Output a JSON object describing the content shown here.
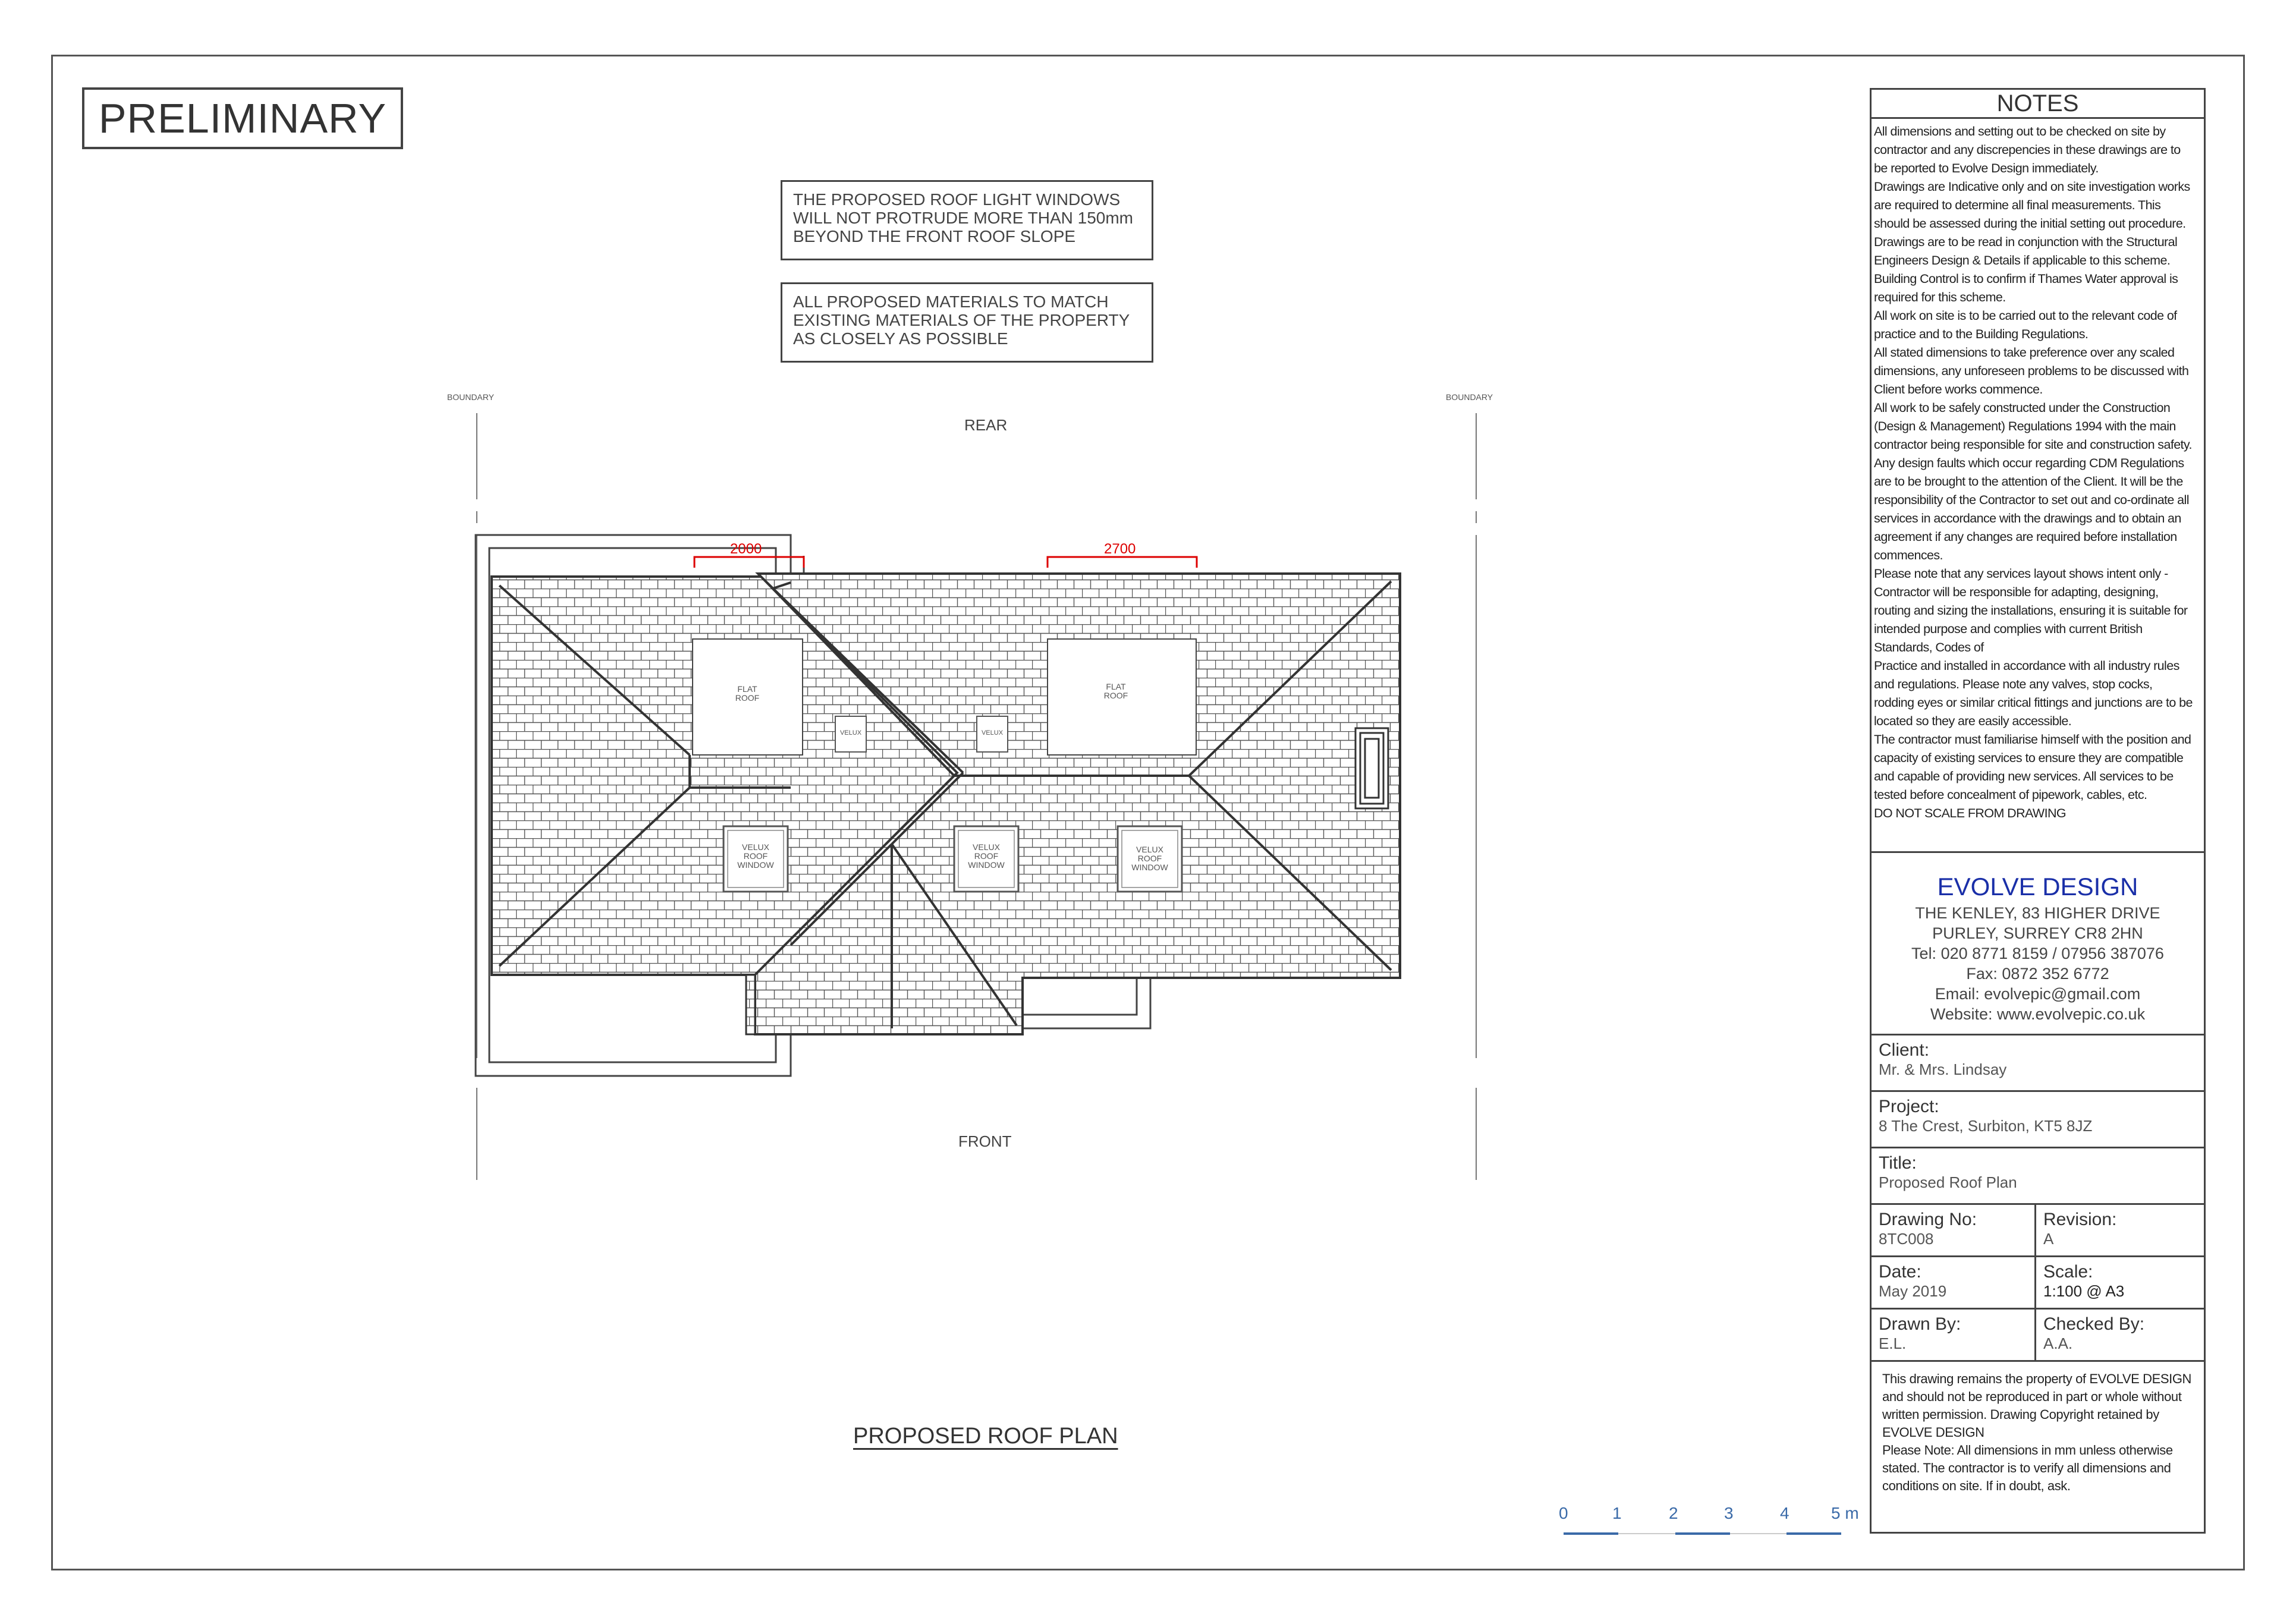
{
  "stamp": "PRELIMINARY",
  "notes_boxes": [
    [
      "THE PROPOSED ROOF LIGHT WINDOWS",
      "WILL NOT PROTRUDE MORE THAN 150mm",
      "BEYOND THE FRONT ROOF SLOPE"
    ],
    [
      "ALL PROPOSED MATERIALS TO MATCH",
      "EXISTING MATERIALS OF THE PROPERTY",
      "AS CLOSELY AS POSSIBLE"
    ]
  ],
  "plan": {
    "boundary_left": "BOUNDARY",
    "boundary_right": "BOUNDARY",
    "rear": "REAR",
    "front": "FRONT",
    "dim_left": "2000",
    "dim_right": "2700",
    "flat_roof_1": [
      "FLAT",
      "ROOF"
    ],
    "flat_roof_2": [
      "FLAT",
      "ROOF"
    ],
    "velux_small_1": "VELUX",
    "velux_small_2": "VELUX",
    "velux_1": [
      "VELUX",
      "ROOF",
      "WINDOW"
    ],
    "velux_2": [
      "VELUX",
      "ROOF",
      "WINDOW"
    ],
    "velux_3": [
      "VELUX",
      "ROOF",
      "WINDOW"
    ],
    "title": "PROPOSED ROOF PLAN"
  },
  "scale_bar": {
    "labels": [
      "0",
      "1",
      "2",
      "3",
      "4",
      "5 m"
    ]
  },
  "notes": {
    "heading": "NOTES",
    "lines": [
      "All dimensions and setting out to be checked on site by",
      "contractor and any discrepencies in these drawings are to",
      "be reported to Evolve Design immediately.",
      "Drawings are Indicative only and on site investigation works",
      "are required to determine all final measurements. This",
      "should be assessed during the initial setting out procedure.",
      "Drawings are to be read in conjunction with the Structural",
      "Engineers Design & Details if applicable to this scheme.",
      "Building Control is to confirm if Thames Water approval is",
      "required for this scheme.",
      "All work on site is to be carried out to the relevant code of",
      "practice and to the Building Regulations.",
      "All stated dimensions to take preference over any scaled",
      "dimensions, any unforeseen problems to be discussed with",
      "Client before works commence.",
      "All work to be safely constructed under the Construction",
      "(Design & Management) Regulations 1994 with the main",
      "contractor being responsible for site and construction safety.",
      "Any design faults which occur regarding CDM Regulations",
      "are to be brought to the attention of the Client. It will be the",
      "responsibility of the Contractor to set out and co-ordinate all",
      "services in accordance with the drawings and to obtain an",
      "agreement if any changes are required before installation",
      "commences.",
      "Please note that any services layout shows intent only -",
      "Contractor will be responsible for adapting, designing,",
      "routing and sizing the installations, ensuring it is suitable for",
      "intended purpose and complies with current British",
      "Standards, Codes of",
      "Practice and installed in accordance with all industry rules",
      "and regulations. Please note any valves, stop cocks,",
      "rodding eyes or similar critical fittings and junctions are to be",
      "located so they are easily accessible.",
      "The contractor must familiarise himself with the position and",
      "capacity of existing services to ensure they are compatible",
      "and capable of providing new  services. All services to be",
      "tested before concealment of pipework, cables, etc.",
      "DO NOT SCALE FROM DRAWING"
    ]
  },
  "company": {
    "name": "EVOLVE DESIGN",
    "address1": "THE KENLEY, 83 HIGHER DRIVE",
    "address2": "PURLEY, SURREY CR8 2HN",
    "tel": "Tel: 020 8771 8159 / 07956 387076",
    "fax": "Fax: 0872 352 6772",
    "email": "Email: evolvepic@gmail.com",
    "website": "Website: www.evolvepic.co.uk"
  },
  "titleblock": {
    "client_label": "Client:",
    "client": "Mr. & Mrs. Lindsay",
    "project_label": "Project:",
    "project": "8 The Crest, Surbiton, KT5 8JZ",
    "title_label": "Title:",
    "title": "Proposed Roof Plan",
    "drawing_no_label": "Drawing No:",
    "drawing_no": "8TC008",
    "revision_label": "Revision:",
    "revision": "A",
    "date_label": "Date:",
    "date": "May 2019",
    "scale_label": "Scale:",
    "scale": "1:100 @ A3",
    "drawn_label": "Drawn By:",
    "drawn": "E.L.",
    "checked_label": "Checked By:",
    "checked": "A.A."
  },
  "footer": {
    "lines": [
      "This drawing remains the property of EVOLVE DESIGN",
      "and should not be reproduced in part or whole without",
      "written permission. Drawing Copyright retained by",
      "EVOLVE DESIGN",
      "Please Note: All dimensions in mm unless otherwise",
      "stated. The contractor is to verify all dimensions and",
      "conditions on site. If in doubt, ask."
    ]
  },
  "colors": {
    "line": "#444444",
    "dimension": "#dd0000",
    "brand": "#1a2fa8",
    "scale": "#3a6aa8"
  }
}
